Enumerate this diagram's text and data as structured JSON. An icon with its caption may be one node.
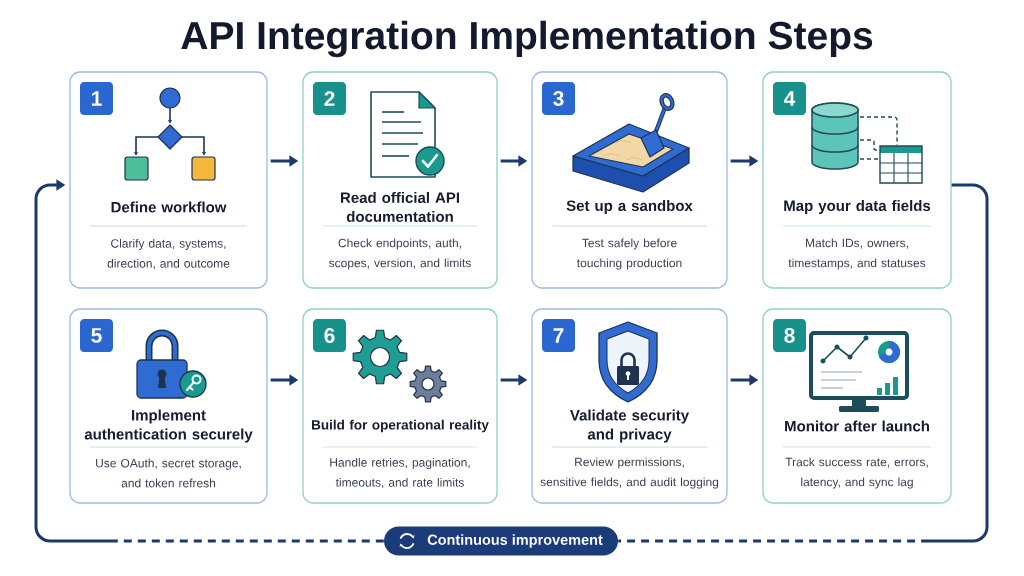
{
  "diagram": {
    "title": "API Integration Implementation Steps",
    "nodes": [
      {
        "text": [
          "Define workflow",
          "Clarify data, systems, direction, and outcome"
        ]
      },
      {
        "text": [
          "1"
        ],
        "in": 0
      },
      {
        "text": [
          "Read official API documentation",
          "Check endpoints, auth, scopes, version, and limits"
        ]
      },
      {
        "text": [
          "2"
        ],
        "in": 2
      },
      {
        "text": [
          "Set up a sandbox",
          "Test safely before touching production"
        ]
      },
      {
        "text": [
          "3"
        ],
        "in": 4
      },
      {
        "text": [
          "Map your data fields",
          "Match IDs, owners, timestamps, and statuses"
        ]
      },
      {
        "text": [
          "4"
        ],
        "in": 6
      },
      {
        "text": [
          "Implement authentication securely",
          "Use OAuth, secret storage, and token refresh"
        ]
      },
      {
        "text": [
          "5"
        ],
        "in": 8
      },
      {
        "text": [
          "Build for operational reality",
          "Handle retries, pagination, timeouts, and rate limits"
        ]
      },
      {
        "text": [
          "6"
        ],
        "in": 10
      },
      {
        "text": [
          "Validate security and privacy",
          "Review permissions, sensitive fields, and audit logging"
        ]
      },
      {
        "text": [
          "7"
        ],
        "in": 12
      },
      {
        "text": [
          "Monitor after launch",
          "Track success rate, errors, latency, and sync lag"
        ]
      },
      {
        "text": [
          "8"
        ],
        "in": 14
      },
      {
        "text": [
          "Continuous improvement"
        ]
      }
    ],
    "edges": [
      {
        "from": 0,
        "to": 2,
        "arrow": "to"
      },
      {
        "from": 2,
        "to": 4,
        "arrow": "to"
      },
      {
        "from": 4,
        "to": 6,
        "arrow": "to"
      },
      {
        "from": 8,
        "to": 10,
        "arrow": "to"
      },
      {
        "from": 10,
        "to": 12,
        "arrow": "to"
      },
      {
        "from": 12,
        "to": 14,
        "arrow": "to"
      },
      {
        "from": 6,
        "to": 16,
        "arrow": "none",
        "style": "dashed"
      },
      {
        "from": 16,
        "to": 0,
        "arrow": "to",
        "style": "dashed"
      }
    ]
  }
}
